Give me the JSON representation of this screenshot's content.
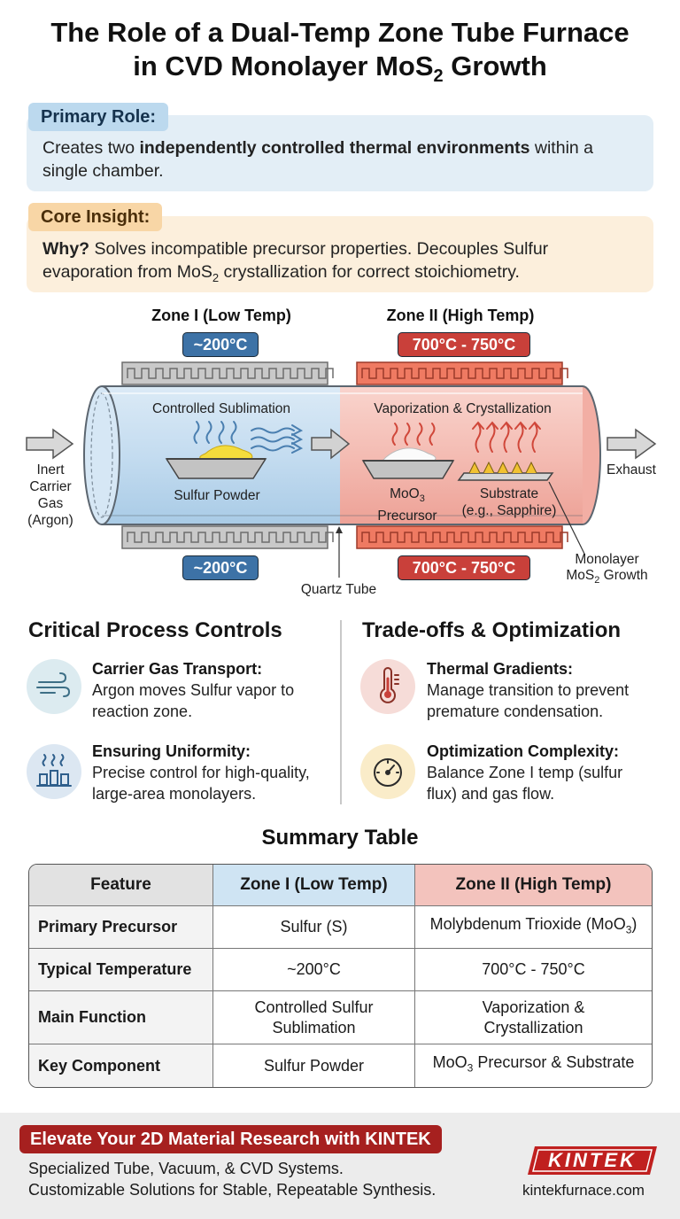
{
  "title": {
    "line1": "The Role of a Dual-Temp Zone Tube Furnace",
    "line2_pre": "in CVD Monolayer MoS",
    "line2_sub": "2",
    "line2_post": " Growth"
  },
  "primary": {
    "tag": "Primary Role:",
    "pre": "Creates two ",
    "bold": "independently controlled thermal environments",
    "post": " within a single chamber."
  },
  "core": {
    "tag": "Core Insight:",
    "bold": "Why?",
    "pre": " Solves incompatible precursor properties. Decouples Sulfur evaporation from MoS",
    "sub": "2",
    "post": " crystallization for correct stoichiometry."
  },
  "diagram": {
    "zone1_label": "Zone I (Low Temp)",
    "zone2_label": "Zone II (High Temp)",
    "zone1_temp": "~200°C",
    "zone2_temp": "700°C - 750°C",
    "zone1_process": "Controlled Sublimation",
    "zone2_process": "Vaporization & Crystallization",
    "sulfur": "Sulfur Powder",
    "moo3_pre": "MoO",
    "moo3_sub": "3",
    "moo3_line2": "Precursor",
    "substrate_line1": "Substrate",
    "substrate_line2": "(e.g., Sapphire)",
    "inlet": [
      "Inert",
      "Carrier",
      "Gas",
      "(Argon)"
    ],
    "exhaust": "Exhaust",
    "quartz": "Quartz Tube",
    "monolayer_line1": "Monolayer",
    "monolayer_pre": "MoS",
    "monolayer_sub": "2",
    "monolayer_post": " Growth",
    "colors": {
      "blue_zone": "#bcd8ee",
      "red_zone": "#f3b2a9",
      "blue_badge": "#3d72a6",
      "red_badge": "#c9403a"
    }
  },
  "controls": {
    "title": "Critical Process Controls",
    "items": [
      {
        "icon": "wind-icon",
        "title": "Carrier Gas Transport:",
        "desc1": "Argon moves Sulfur vapor to",
        "desc2": "reaction zone."
      },
      {
        "icon": "uniformity-icon",
        "title": "Ensuring Uniformity:",
        "desc1": "Precise control for high-quality,",
        "desc2": "large-area monolayers."
      }
    ]
  },
  "tradeoffs": {
    "title": "Trade-offs & Optimization",
    "items": [
      {
        "icon": "thermometer-icon",
        "title": "Thermal Gradients:",
        "desc1": "Manage transition to prevent",
        "desc2": "premature condensation."
      },
      {
        "icon": "gauge-icon",
        "title": "Optimization Complexity:",
        "desc1": "Balance Zone I temp (sulfur",
        "desc2": "flux) and gas flow."
      }
    ]
  },
  "table": {
    "title": "Summary Table",
    "headers": [
      "Feature",
      "Zone I (Low Temp)",
      "Zone II (High Temp)"
    ],
    "rows": [
      {
        "feature": "Primary Precursor",
        "zone1": "Sulfur (S)",
        "zone2_pre": "Molybdenum Trioxide (MoO",
        "zone2_sub": "3",
        "zone2_post": ")"
      },
      {
        "feature": "Typical Temperature",
        "zone1": "~200°C",
        "zone2_pre": "700°C - 750°C",
        "zone2_sub": "",
        "zone2_post": ""
      },
      {
        "feature": "Main Function",
        "zone1_l1": "Controlled Sulfur",
        "zone1_l2": "Sublimation",
        "zone2_l1": "Vaporization &",
        "zone2_l2": "Crystallization"
      },
      {
        "feature": "Key Component",
        "zone1": "Sulfur Powder",
        "zone2_pre": "MoO",
        "zone2_sub": "3",
        "zone2_post": " Precursor & Substrate"
      }
    ]
  },
  "footer": {
    "banner": "Elevate Your 2D Material Research with KINTEK",
    "line1": "Specialized Tube, Vacuum, & CVD Systems.",
    "line2": "Customizable Solutions for Stable, Repeatable Synthesis.",
    "logo": "KINTEK",
    "site": "kintekfurnace.com",
    "brand_color": "#a6201f"
  }
}
